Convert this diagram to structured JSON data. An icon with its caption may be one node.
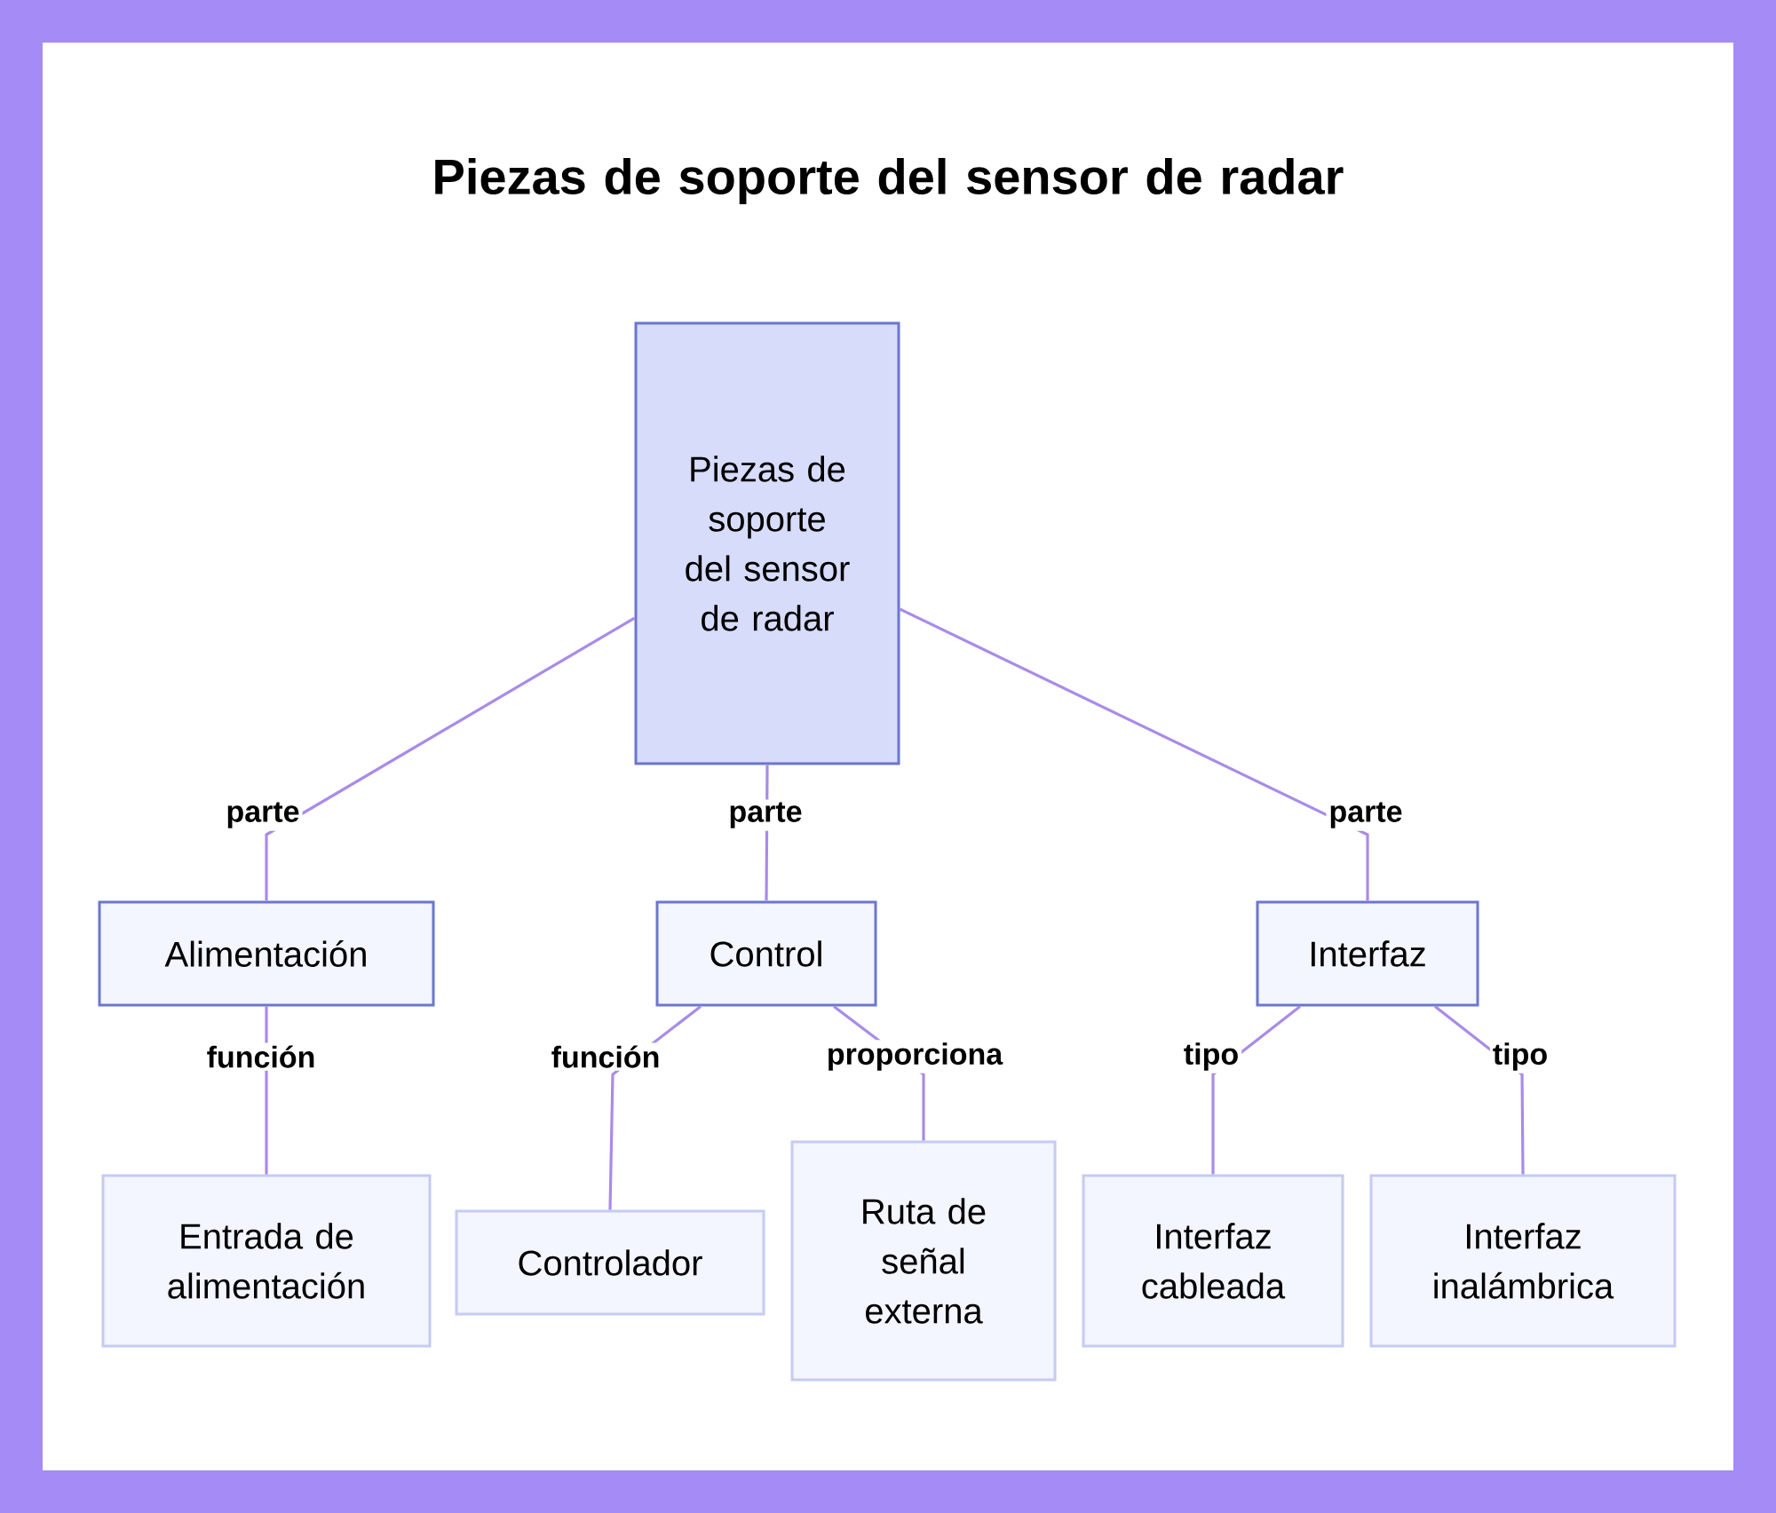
{
  "diagram": {
    "title": "Piezas de soporte del sensor de radar",
    "nodes": [
      {
        "text": [
          "Piezas de soporte del sensor de radar"
        ]
      },
      {
        "text": [
          "Alimentación"
        ]
      },
      {
        "text": [
          "Control"
        ]
      },
      {
        "text": [
          "Interfaz"
        ]
      },
      {
        "text": [
          "Entrada de alimentación"
        ]
      },
      {
        "text": [
          "Controlador"
        ]
      },
      {
        "text": [
          "Ruta de señal externa"
        ]
      },
      {
        "text": [
          "Interfaz cableada"
        ]
      },
      {
        "text": [
          "Interfaz inalámbrica"
        ]
      }
    ],
    "edges": [
      {
        "from": 0,
        "to": 1,
        "arrow": "none",
        "label": "parte"
      },
      {
        "from": 0,
        "to": 2,
        "arrow": "none",
        "label": "parte"
      },
      {
        "from": 0,
        "to": 3,
        "arrow": "none",
        "label": "parte"
      },
      {
        "from": 1,
        "to": 4,
        "arrow": "none",
        "label": "función"
      },
      {
        "from": 2,
        "to": 5,
        "arrow": "none",
        "label": "función"
      },
      {
        "from": 2,
        "to": 6,
        "arrow": "none",
        "label": "proporciona"
      },
      {
        "from": 3,
        "to": 7,
        "arrow": "none",
        "label": "tipo"
      },
      {
        "from": 3,
        "to": 8,
        "arrow": "none",
        "label": "tipo"
      }
    ]
  }
}
